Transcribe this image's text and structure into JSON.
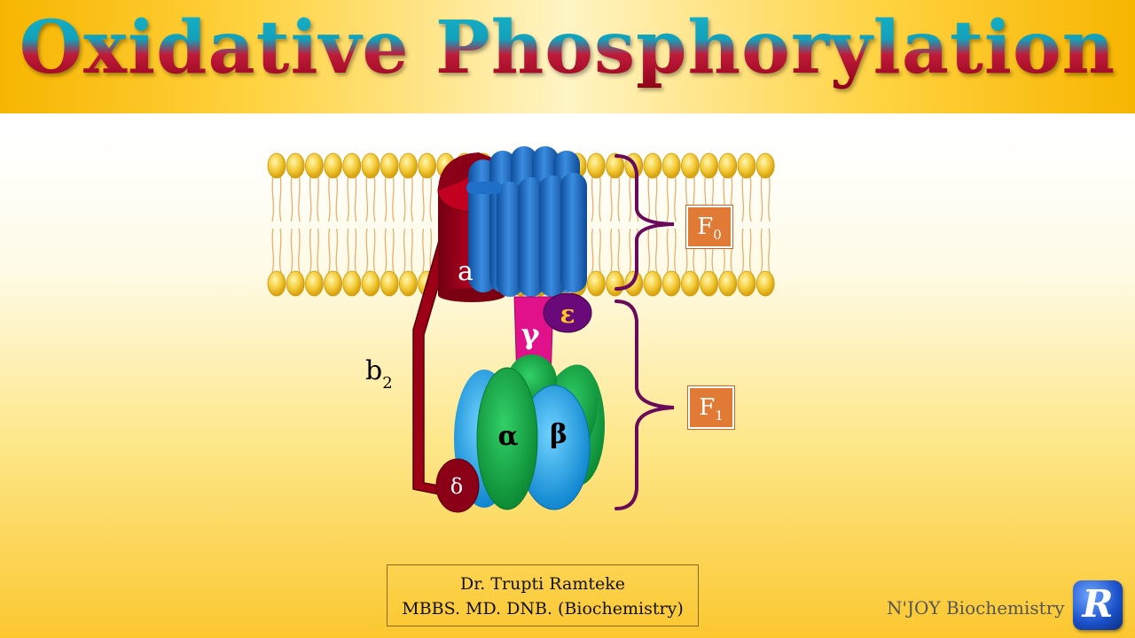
{
  "header": {
    "title": "Oxidative Phosphorylation"
  },
  "diagram": {
    "subunits": {
      "a": "a",
      "b2_main": "b",
      "b2_sub": "2",
      "delta": "δ",
      "gamma": "γ",
      "epsilon": "ε",
      "alpha": "α",
      "beta": "β"
    },
    "labels": {
      "f0_main": "F",
      "f0_sub": "0",
      "f1_main": "F",
      "f1_sub": "1"
    }
  },
  "credit": {
    "line1": "Dr. Trupti Ramteke",
    "line2": "MBBS. MD. DNB. (Biochemistry)"
  },
  "brand": {
    "name": "N'JOY Biochemistry",
    "logo_letter": "R"
  },
  "colors": {
    "subunit_a": "#a8001c",
    "c_ring": "#1f6fc8",
    "gamma": "#e0118a",
    "epsilon": "#6a0a7a",
    "alpha": "#19b04a",
    "beta": "#1fa6ee",
    "bracket": "#6a0a5a",
    "label_box": "#e07a34"
  }
}
